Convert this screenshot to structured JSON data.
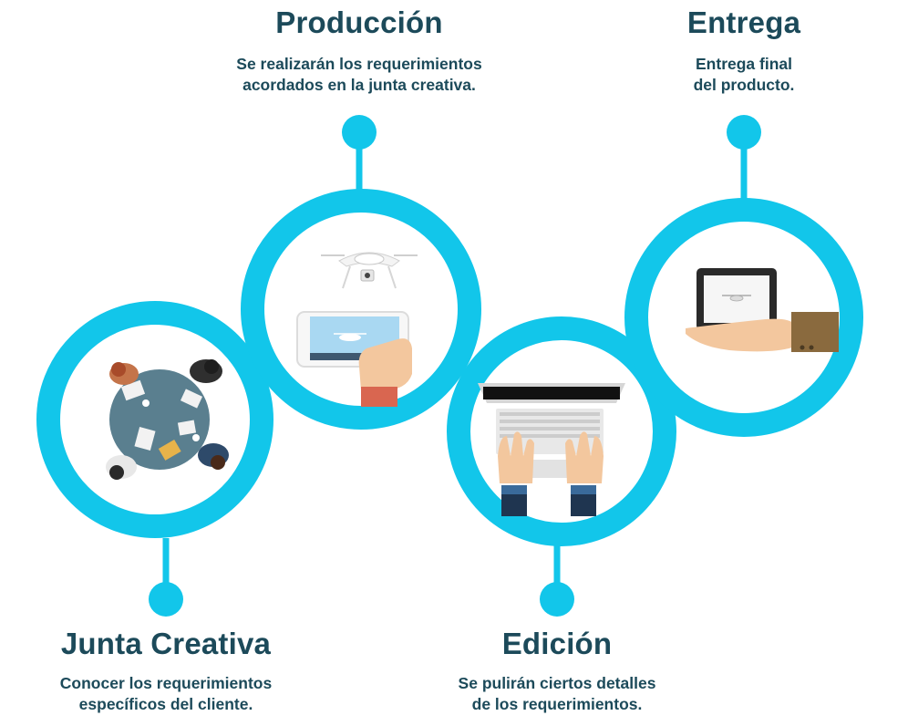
{
  "colors": {
    "ring": "#12c6ea",
    "text": "#1c4a5a"
  },
  "steps": [
    {
      "id": "junta-creativa",
      "title": "Junta Creativa",
      "desc_lines": [
        "Conocer los requerimientos",
        "específicos del cliente."
      ],
      "icon": "meeting-table-icon"
    },
    {
      "id": "produccion",
      "title": "Producción",
      "desc_lines": [
        "Se realizarán los requerimientos",
        "acordados en la junta creativa."
      ],
      "icon": "drone-phone-icon"
    },
    {
      "id": "edicion",
      "title": "Edición",
      "desc_lines": [
        "Se pulirán ciertos detalles",
        "de los requerimientos."
      ],
      "icon": "laptop-typing-icon"
    },
    {
      "id": "entrega",
      "title": "Entrega",
      "desc_lines": [
        "Entrega final",
        "del producto."
      ],
      "icon": "tablet-delivery-icon"
    }
  ]
}
